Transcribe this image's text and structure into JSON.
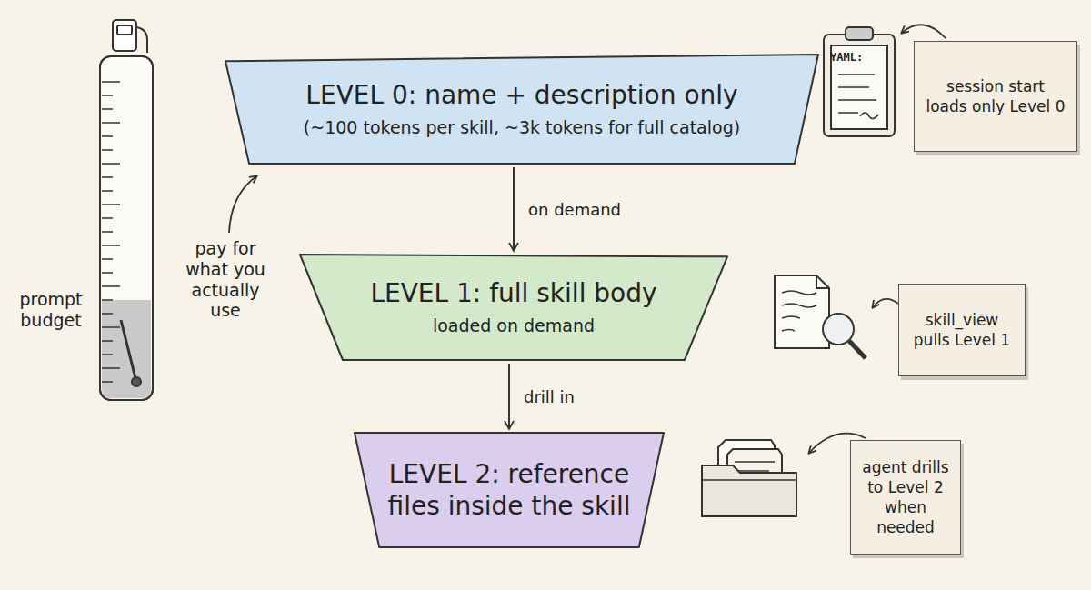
{
  "diagram": {
    "nodes": [
      {
        "text": [
          "LEVEL 0: name + description only",
          "(~100 tokens per skill, ~3k tokens for full catalog)"
        ]
      },
      {
        "text": [
          "LEVEL 1: full skill body",
          "loaded on demand"
        ]
      },
      {
        "text": [
          "LEVEL 2: reference files inside the skill"
        ]
      },
      {
        "text": [
          "session start loads only Level 0"
        ]
      },
      {
        "text": [
          "skill_view pulls Level 1"
        ]
      },
      {
        "text": [
          "agent drills to Level 2 when needed"
        ]
      }
    ],
    "edges": [
      {
        "from": 0,
        "to": 1,
        "arrow": "to",
        "label": "on demand"
      },
      {
        "from": 1,
        "to": 2,
        "arrow": "to",
        "label": "drill in"
      }
    ],
    "labels": [
      "prompt budget",
      "pay for what you actually use",
      "YAML:"
    ]
  }
}
